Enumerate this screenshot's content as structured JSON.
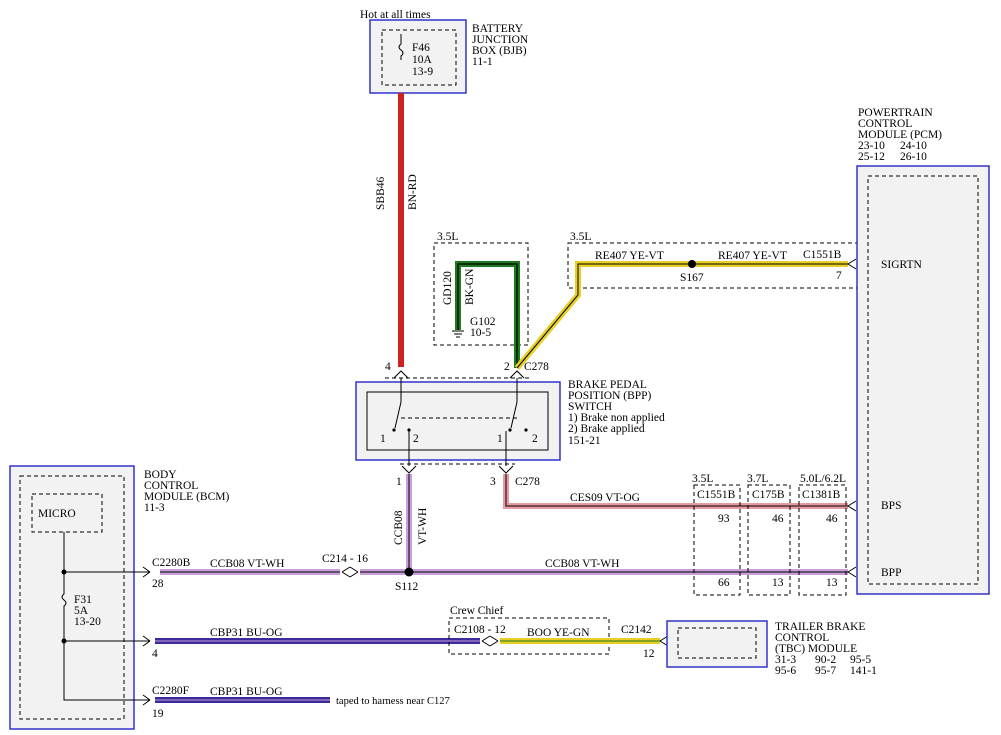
{
  "colors": {
    "red": "#cc2222",
    "yellow": "#e7cf26",
    "green": "#1f7a1f",
    "pink": "#e79aa2",
    "violet": "#c9a0d8",
    "blue_violet": "#3a2a9a",
    "module_border": "#3333cc",
    "module_fill": "#f2f2f2"
  },
  "bjb": {
    "top_note": "Hot at all times",
    "title": [
      "BATTERY",
      "JUNCTION",
      "BOX (BJB)",
      "11-1"
    ],
    "fuse": [
      "F46",
      "10A",
      "13-9"
    ]
  },
  "sbb46": {
    "circuit": "SBB46",
    "color": "BN-RD",
    "pin": "4"
  },
  "gd120": {
    "engine": "3.5L",
    "circuit": "GD120",
    "color": "BK-GN",
    "ground": [
      "G102",
      "10-5"
    ],
    "pin": "2",
    "connector": "C278"
  },
  "pcm": {
    "title": [
      "POWERTRAIN",
      "CONTROL",
      "MODULE (PCM)"
    ],
    "refs": [
      [
        "23-10",
        "24-10"
      ],
      [
        "25-12",
        "26-10"
      ]
    ],
    "sigrtn": "SIGRTN",
    "bps": "BPS",
    "bpp": "BPP"
  },
  "re407": {
    "engine": "3.5L",
    "label_left": "RE407  YE-VT",
    "label_right": "RE407  YE-VT",
    "splice": "S167",
    "connector": "C1551B",
    "pin": "7"
  },
  "bpp_switch": {
    "title": [
      "BRAKE PEDAL",
      "POSITION (BPP)",
      "SWITCH"
    ],
    "states": [
      "1) Brake non applied",
      "2) Brake applied"
    ],
    "ref": "151-21",
    "left_pos": [
      "1",
      "2"
    ],
    "right_pos": [
      "1",
      "2"
    ]
  },
  "ces09": {
    "pin": "3",
    "connector": "C278",
    "label": "CES09  VT-OG"
  },
  "ccb08_vertical": {
    "pin": "1",
    "circuit": "CCB08",
    "color": "VT-WH"
  },
  "splice_s112": "S112",
  "pcm_connectors": [
    {
      "engine": "3.5L",
      "name": "C1551B",
      "bps_pin": "93",
      "bpp_pin": "66"
    },
    {
      "engine": "3.7L",
      "name": "C175B",
      "bps_pin": "46",
      "bpp_pin": "13"
    },
    {
      "engine": "5.0L/6.2L",
      "name": "C1381B",
      "bps_pin": "46",
      "bpp_pin": "13"
    }
  ],
  "bcm": {
    "title": [
      "BODY",
      "CONTROL",
      "MODULE (BCM)",
      "11-3"
    ],
    "micro": "MICRO",
    "fuse": [
      "F31",
      "5A",
      "13-20"
    ]
  },
  "ccb08_row": {
    "connector": "C2280B",
    "pin": "28",
    "label": "CCB08   VT-WH",
    "inline": "C214 - 16",
    "right_label": "CCB08  VT-WH"
  },
  "cbp31_row": {
    "label": "CBP31    BU-OG",
    "pin": "4",
    "crew_chief": "Crew Chief",
    "inline": "C2108 - 12",
    "boo_label": "BOO    YE-GN",
    "connector": "C2142",
    "tbc_pin": "12"
  },
  "tbc": {
    "title": [
      "TRAILER BRAKE",
      "CONTROL",
      "(TBC) MODULE"
    ],
    "refs": [
      [
        "31-3",
        "90-2",
        "95-5"
      ],
      [
        "95-6",
        "95-7",
        "141-1"
      ]
    ]
  },
  "c2280f_row": {
    "connector": "C2280F",
    "pin": "19",
    "label": "CBP31    BU-OG",
    "note": "taped to harness near C127"
  }
}
